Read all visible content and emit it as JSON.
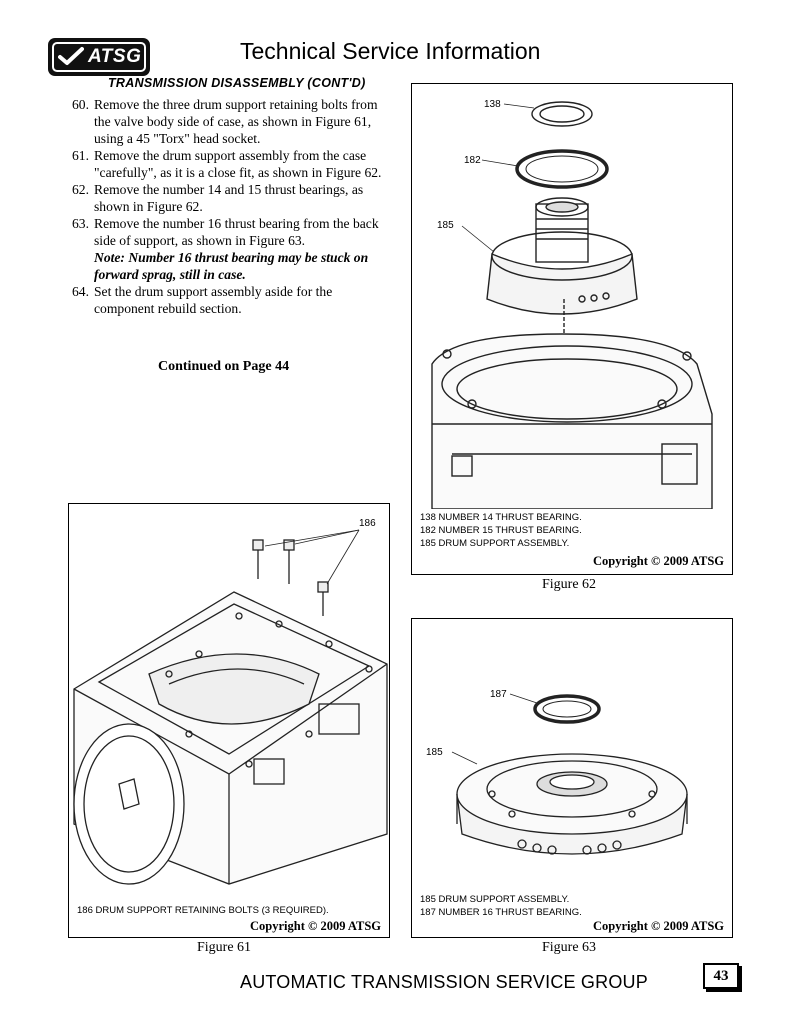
{
  "header": {
    "logo_text": "ATSG",
    "title": "Technical Service Information"
  },
  "section_title": "TRANSMISSION DISASSEMBLY (CONT'D)",
  "steps": [
    {
      "num": "60.",
      "text": "Remove the three drum support retaining bolts from the valve body side of case, as shown in Figure 61, using a 45 \"Torx\" head socket."
    },
    {
      "num": "61.",
      "text": "Remove the drum support assembly from the case \"carefully\", as it is a close fit, as shown in Figure 62."
    },
    {
      "num": "62.",
      "text": "Remove the number 14 and 15 thrust bearings, as shown in Figure 62."
    },
    {
      "num": "63.",
      "text": "Remove the number 16 thrust bearing from the back side of support, as shown in Figure 63.",
      "note": "Note: Number 16 thrust bearing may be stuck on forward sprag, still in case."
    },
    {
      "num": "64.",
      "text": "Set the drum support assembly aside for the component rebuild section."
    }
  ],
  "continued": "Continued on Page 44",
  "figures": {
    "fig61": {
      "label": "Figure 61",
      "callouts": [
        "186"
      ],
      "captions": [
        "186  DRUM SUPPORT RETAINING BOLTS  (3 REQUIRED)."
      ],
      "copyright": "Copyright © 2009 ATSG"
    },
    "fig62": {
      "label": "Figure 62",
      "callouts": [
        "138",
        "182",
        "185"
      ],
      "captions": [
        "138  NUMBER 14 THRUST BEARING.",
        "182  NUMBER 15 THRUST BEARING.",
        "185  DRUM SUPPORT ASSEMBLY."
      ],
      "copyright": "Copyright © 2009 ATSG"
    },
    "fig63": {
      "label": "Figure 63",
      "callouts": [
        "187",
        "185"
      ],
      "captions": [
        "185  DRUM SUPPORT ASSEMBLY.",
        "187  NUMBER 16 THRUST BEARING."
      ],
      "copyright": "Copyright © 2009 ATSG"
    }
  },
  "footer": {
    "text": "AUTOMATIC TRANSMISSION SERVICE GROUP",
    "page_number": "43"
  }
}
